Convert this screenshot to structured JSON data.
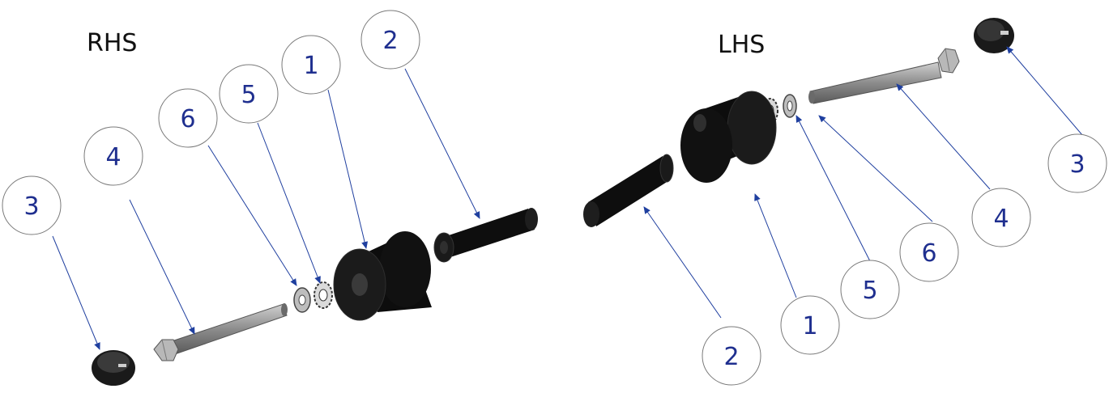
{
  "sides": {
    "right": {
      "label": "RHS"
    },
    "left": {
      "label": "LHS"
    }
  },
  "callouts": {
    "rhs": {
      "b1": "1",
      "b2": "2",
      "b3": "3",
      "b4": "4",
      "b5": "5",
      "b6": "6"
    },
    "lhs": {
      "b1": "1",
      "b2": "2",
      "b3": "3",
      "b4": "4",
      "b5": "5",
      "b6": "6"
    }
  },
  "colors": {
    "leader": "#1f3f9f",
    "balloon_text": "#1f2f8f",
    "rubber": "#0d0d0d",
    "metal": "#9a9a9a"
  }
}
